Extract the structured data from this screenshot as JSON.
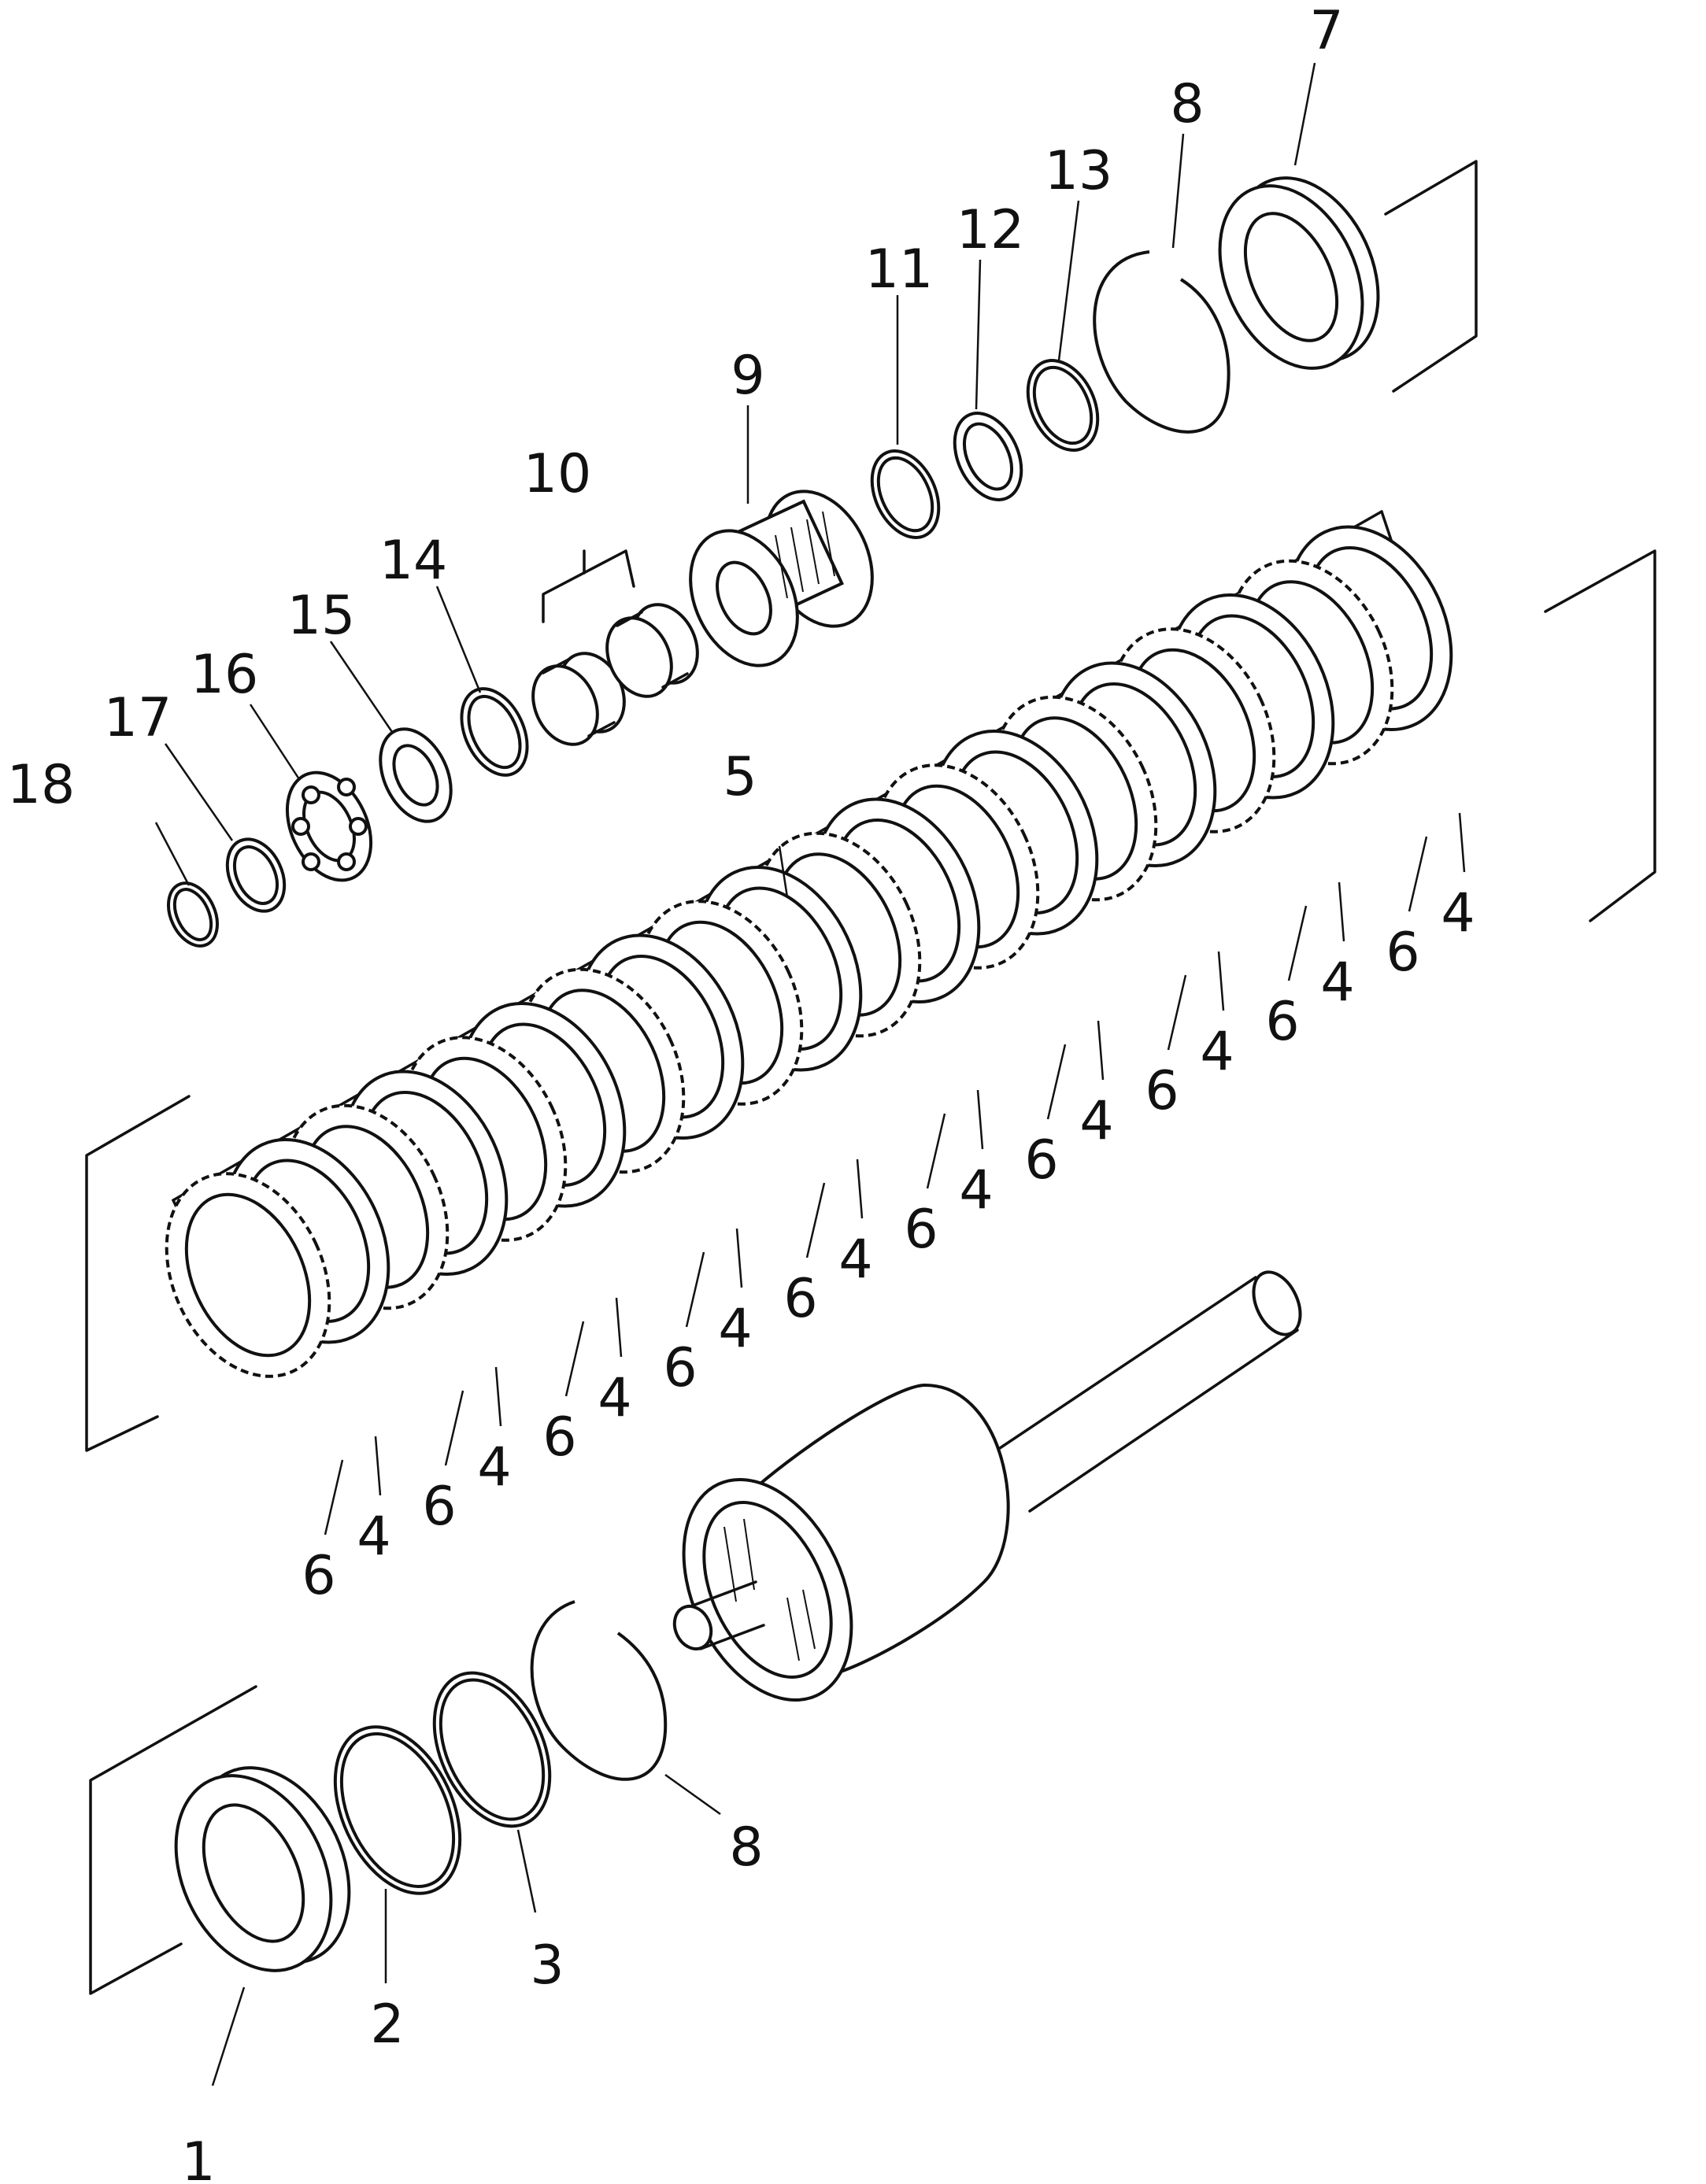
{
  "diagram": {
    "type": "exploded-parts-view",
    "callouts": {
      "n1": "1",
      "n2": "2",
      "n3": "3",
      "n5": "5",
      "n7": "7",
      "n8a": "8",
      "n8b": "8",
      "n9": "9",
      "n10": "10",
      "n11": "11",
      "n12": "12",
      "n13": "13",
      "n14": "14",
      "n15": "15",
      "n16": "16",
      "n17": "17",
      "n18": "18",
      "disc_pairs": [
        {
          "a": "6",
          "b": "4"
        },
        {
          "a": "6",
          "b": "4"
        },
        {
          "a": "6",
          "b": "4"
        },
        {
          "a": "6",
          "b": "4"
        },
        {
          "a": "6",
          "b": "4"
        },
        {
          "a": "6",
          "b": "4"
        },
        {
          "a": "6",
          "b": "4"
        },
        {
          "a": "6",
          "b": "4"
        },
        {
          "a": "6",
          "b": "4"
        },
        {
          "a": "6",
          "b": "4"
        }
      ]
    }
  }
}
